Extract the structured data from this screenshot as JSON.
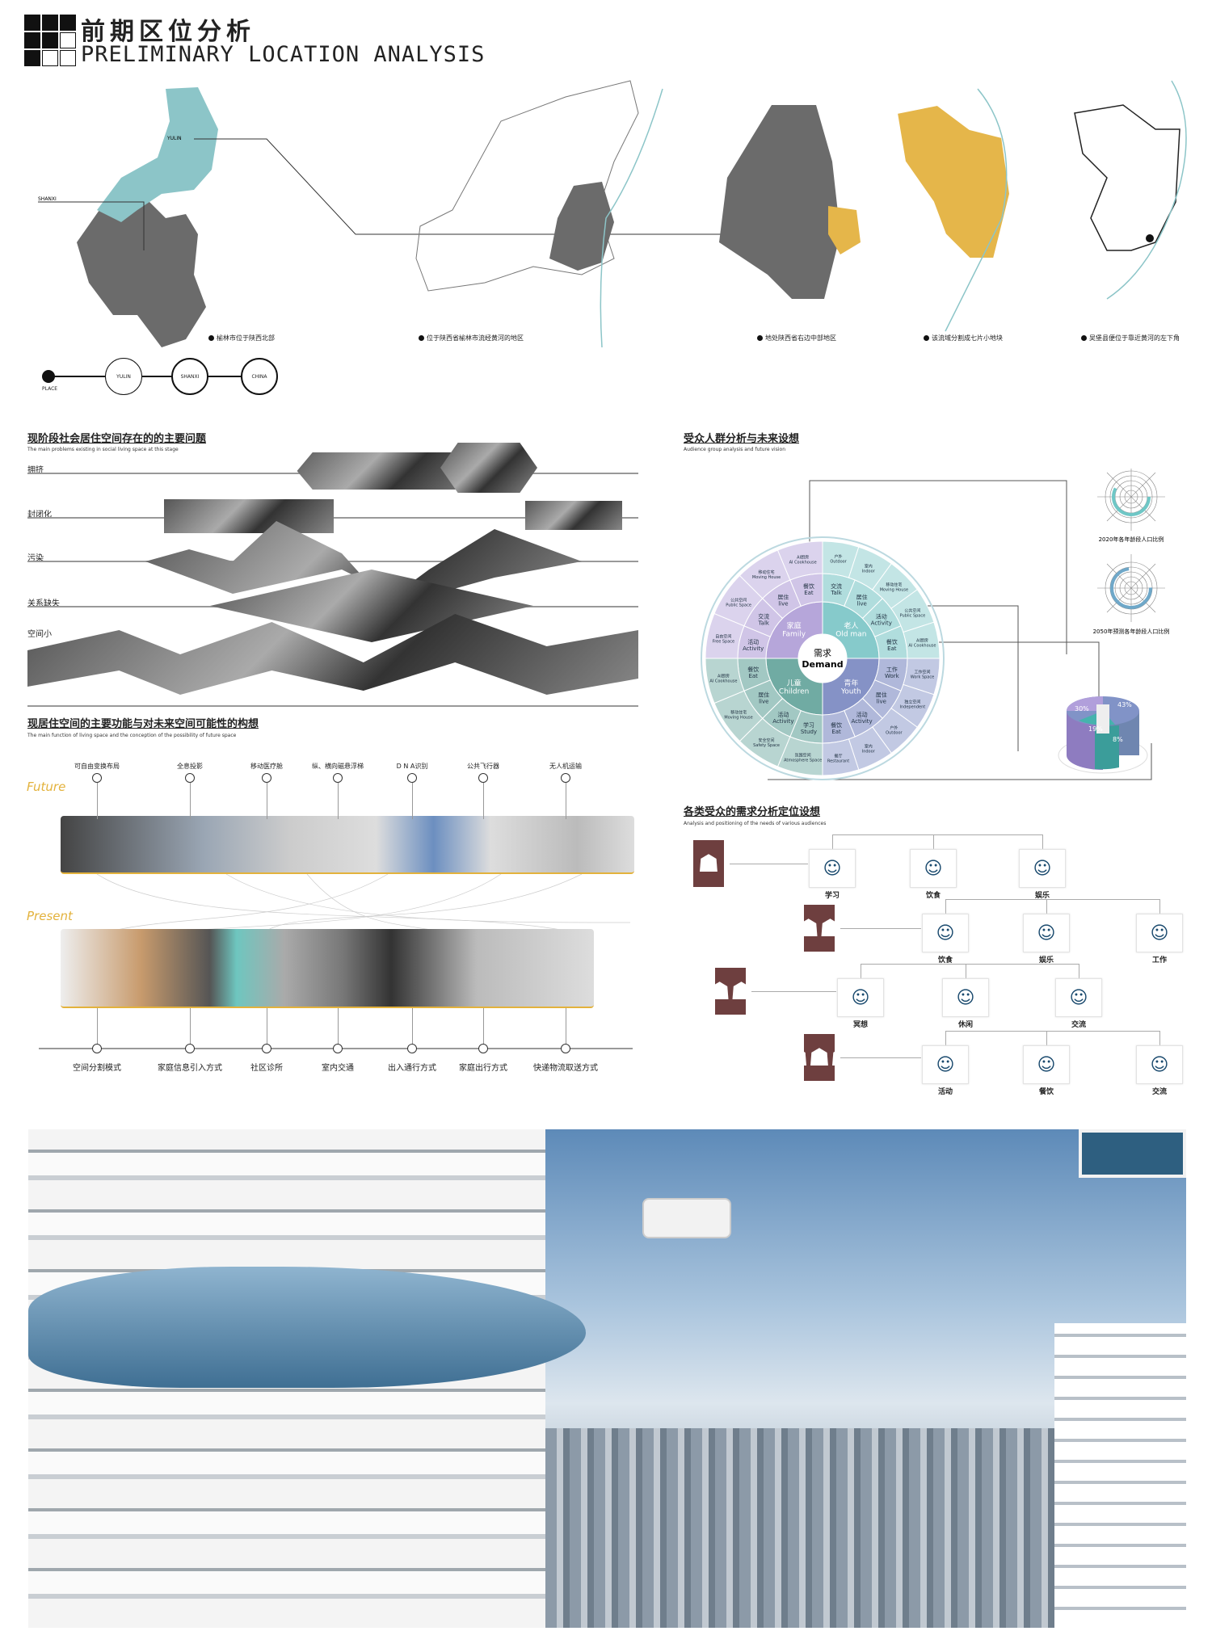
{
  "header": {
    "title_cn": "前期区位分析",
    "title_en": "PRELIMINARY LOCATION ANALYSIS"
  },
  "maps": {
    "yulin_label": "YULIN",
    "shanxi_label": "SHANXI",
    "captions": [
      "榆林市位于陕西北部",
      "位于陕西省榆林市流经黄河的地区",
      "地处陕西省右边中部地区",
      "该流域分割成七片小地块",
      "吴堡县便位于靠近黄河的左下角"
    ]
  },
  "chain": {
    "place": "PLACE",
    "nodes": [
      "YULIN",
      "SHANXI",
      "CHINA"
    ]
  },
  "problems": {
    "title": "现阶段社会居住空间存在的的主要问题",
    "subtitle": "The main problems existing in social living space at this stage",
    "rows": [
      "拥挤",
      "封闭化",
      "污染",
      "关系缺失",
      "空间小"
    ]
  },
  "functions": {
    "title": "现居住空间的主要功能与对未来空间可能性的构想",
    "subtitle": "The main function of living space and the conception of the possibility of future space",
    "future_label": "Future",
    "present_label": "Present",
    "future_items": [
      "可自由变换布局",
      "全息投影",
      "移动医疗舱",
      "纵、横向磁悬浮梯",
      "D N A识别",
      "公共飞行器",
      "无人机运输"
    ],
    "present_items": [
      "空间分割模式",
      "家庭信息引入方式",
      "社区诊所",
      "室内交通",
      "出入通行方式",
      "家庭出行方式",
      "快递物流取送方式"
    ]
  },
  "audience": {
    "title": "受众人群分析与未来设想",
    "subtitle": "Audience group analysis and future vision",
    "center_cn": "需求",
    "center_en": "Demand",
    "radar_2020": "2020年各年龄段人口比例",
    "radar_2050": "2050年预测各年龄段人口比例",
    "pie_values": [
      "43%",
      "30%",
      "19%",
      "8%"
    ],
    "colors": {
      "family": "#b6a6da",
      "old": "#86cacb",
      "youth": "#8592c6",
      "children": "#70aba3"
    },
    "groups": [
      {
        "key": "old",
        "cn": "老人",
        "en": "Old man",
        "mid": [
          [
            "交流",
            "Talk"
          ],
          [
            "居住",
            "live"
          ],
          [
            "活动",
            "Activity"
          ],
          [
            "餐饮",
            "Eat"
          ]
        ],
        "outer": [
          [
            "户外",
            "Outdoor"
          ],
          [
            "室内",
            "Indoor"
          ],
          [
            "移动住宅",
            "Moving House"
          ],
          [
            "公共空间",
            "Public Space"
          ],
          [
            "AI厨房",
            "AI Cookhouse"
          ]
        ]
      },
      {
        "key": "youth",
        "cn": "青年",
        "en": "Youth",
        "mid": [
          [
            "工作",
            "Work"
          ],
          [
            "居住",
            "live"
          ],
          [
            "活动",
            "Activity"
          ],
          [
            "餐饮",
            "Eat"
          ]
        ],
        "outer": [
          [
            "工作空间",
            "Work Space"
          ],
          [
            "独立空间",
            "Independent"
          ],
          [
            "户外",
            "Outdoor"
          ],
          [
            "室内",
            "Indoor"
          ],
          [
            "餐厅",
            "Restaurant"
          ]
        ]
      },
      {
        "key": "children",
        "cn": "儿童",
        "en": "Children",
        "mid": [
          [
            "学习",
            "Study"
          ],
          [
            "活动",
            "Activity"
          ],
          [
            "居住",
            "live"
          ],
          [
            "餐饮",
            "Eat"
          ]
        ],
        "outer": [
          [
            "氛围空间",
            "Atmosphere Space"
          ],
          [
            "安全空间",
            "Safety Space"
          ],
          [
            "移动住宅",
            "Moving House"
          ],
          [
            "AI厨房",
            "AI Cookhouse"
          ]
        ]
      },
      {
        "key": "family",
        "cn": "家庭",
        "en": "Family",
        "mid": [
          [
            "活动",
            "Activity"
          ],
          [
            "交流",
            "Talk"
          ],
          [
            "居住",
            "live"
          ],
          [
            "餐饮",
            "Eat"
          ]
        ],
        "outer": [
          [
            "自由空间",
            "Free Space"
          ],
          [
            "公共空间",
            "Public Space"
          ],
          [
            "移动住宅",
            "Moving House"
          ],
          [
            "AI厨房",
            "AI Cookhouse"
          ]
        ]
      }
    ]
  },
  "positioning": {
    "title": "各类受众的需求分析定位设想",
    "subtitle": "Analysis and positioning of the needs of various audiences",
    "rows": [
      [
        "学习",
        "饮食",
        "娱乐"
      ],
      [
        "饮食",
        "娱乐",
        "工作"
      ],
      [
        "冥想",
        "休闲",
        "交流"
      ],
      [
        "活动",
        "餐饮",
        "交流"
      ]
    ]
  }
}
